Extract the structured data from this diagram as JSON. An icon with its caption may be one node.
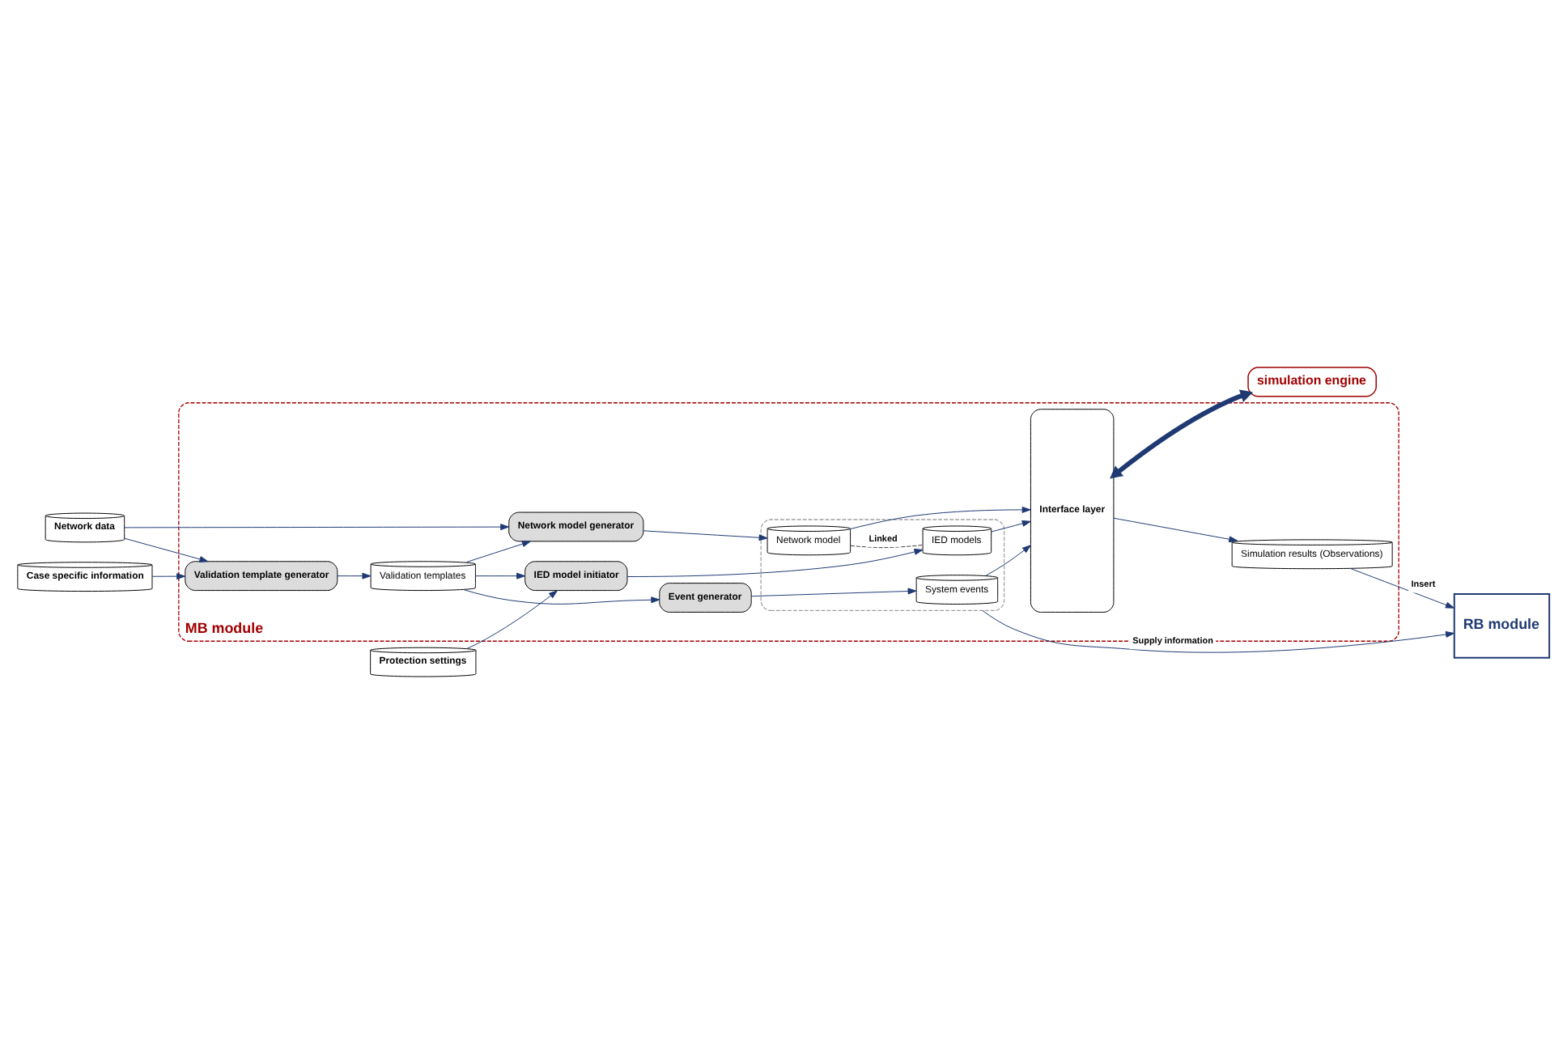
{
  "diagram": {
    "nodes": [
      {
        "text": [
          "MB module"
        ]
      },
      {
        "text": [
          "Network data"
        ]
      },
      {
        "text": [
          "Case specific information"
        ]
      },
      {
        "text": [
          "Protection settings"
        ]
      },
      {
        "text": [
          "Validation template generator"
        ],
        "in": 0
      },
      {
        "text": [
          "Network model generator"
        ],
        "in": 0
      },
      {
        "text": [
          "Validation templates"
        ],
        "in": 0
      },
      {
        "text": [
          "IED model initiator"
        ],
        "in": 0
      },
      {
        "text": [
          "Event generator"
        ],
        "in": 0
      },
      {
        "text": [],
        "shape": "box",
        "in": 0
      },
      {
        "text": [
          "Network model"
        ],
        "in": 9
      },
      {
        "text": [
          "IED models"
        ],
        "in": 9
      },
      {
        "text": [
          "System events"
        ],
        "in": 9
      },
      {
        "text": [
          "Interface layer"
        ],
        "in": 0
      },
      {
        "text": [
          "Simulation results (Observations)"
        ],
        "in": 0
      },
      {
        "text": [
          "RB module"
        ]
      },
      {
        "text": [
          "simulation engine"
        ]
      }
    ],
    "edges": [
      {
        "from": 1,
        "to": 4,
        "arrow": "to"
      },
      {
        "from": 1,
        "to": 5,
        "arrow": "to"
      },
      {
        "from": 2,
        "to": 4,
        "arrow": "to"
      },
      {
        "from": 4,
        "to": 6,
        "arrow": "to"
      },
      {
        "from": 6,
        "to": 7,
        "arrow": "to"
      },
      {
        "from": 6,
        "to": 5,
        "arrow": "to"
      },
      {
        "from": 6,
        "to": 8,
        "arrow": "to"
      },
      {
        "from": 3,
        "to": 7,
        "arrow": "to"
      },
      {
        "from": 5,
        "to": 10,
        "arrow": "to"
      },
      {
        "from": 7,
        "to": 11,
        "arrow": "to"
      },
      {
        "from": 8,
        "to": 12,
        "arrow": "to"
      },
      {
        "from": 10,
        "to": 11,
        "arrow": "none",
        "style": "dashed",
        "label": "Linked",
        "color": "#404040"
      },
      {
        "from": 10,
        "to": 13,
        "arrow": "to"
      },
      {
        "from": 11,
        "to": 13,
        "arrow": "to"
      },
      {
        "from": 12,
        "to": 13,
        "arrow": "to"
      },
      {
        "from": 13,
        "to": 16,
        "arrow": "both",
        "style": "thick"
      },
      {
        "from": 13,
        "to": 14,
        "arrow": "to"
      },
      {
        "from": 14,
        "to": 15,
        "arrow": "to",
        "label": "Insert"
      },
      {
        "from": 9,
        "to": 15,
        "arrow": "to",
        "label": "Supply information"
      }
    ]
  }
}
